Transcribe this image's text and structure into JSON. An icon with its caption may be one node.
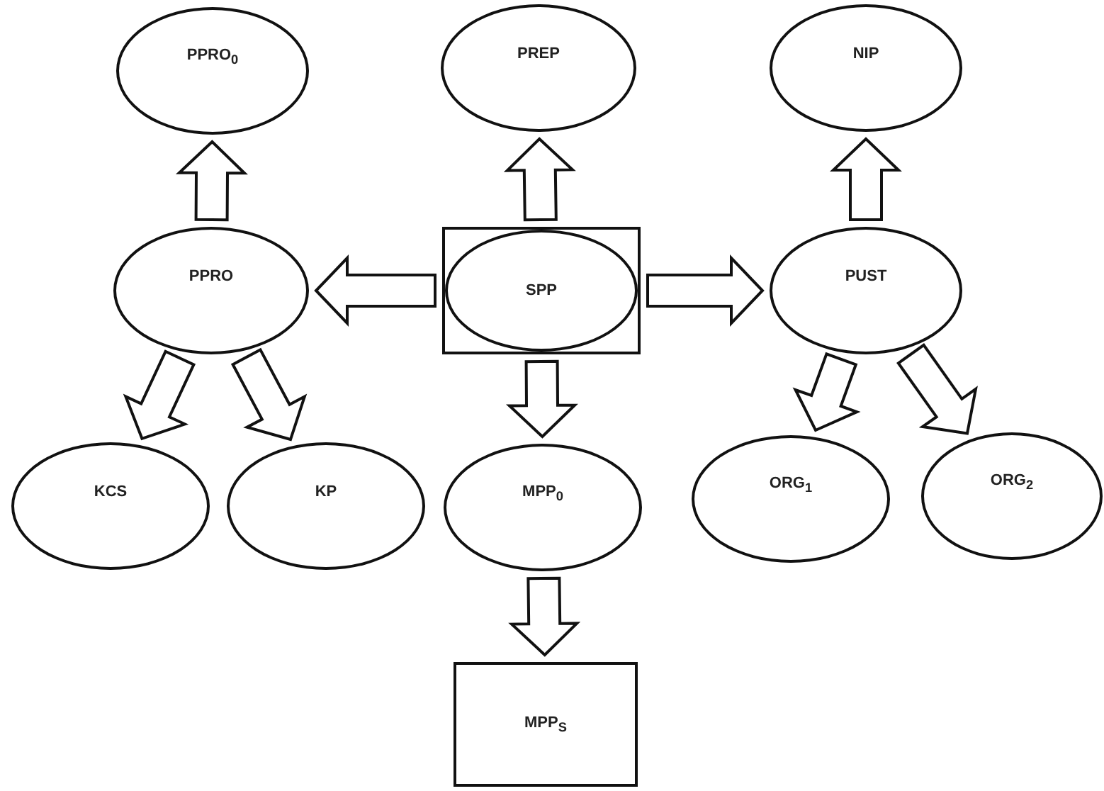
{
  "diagram": {
    "nodes": [
      {
        "text": [
          "PPRO$_{0}$"
        ]
      },
      {
        "text": [
          "PREP"
        ]
      },
      {
        "text": [
          "NIP"
        ]
      },
      {
        "text": [
          "PPRO"
        ]
      },
      {
        "text": [
          "SPP"
        ]
      },
      {
        "text": [
          "PUST"
        ]
      },
      {
        "text": [
          "KCS"
        ]
      },
      {
        "text": [
          "KP"
        ]
      },
      {
        "text": [
          "MPP$_{0}$"
        ]
      },
      {
        "text": [
          "ORG$_{1}$"
        ]
      },
      {
        "text": [
          "ORG$_{2}$"
        ]
      },
      {
        "text": [
          "MPP$_{S}$"
        ]
      }
    ],
    "edges": [
      {
        "from": 3,
        "to": 0,
        "arrow": "to"
      },
      {
        "from": 4,
        "to": 1,
        "arrow": "to"
      },
      {
        "from": 5,
        "to": 2,
        "arrow": "to"
      },
      {
        "from": 4,
        "to": 3,
        "arrow": "to"
      },
      {
        "from": 4,
        "to": 5,
        "arrow": "to"
      },
      {
        "from": 3,
        "to": 6,
        "arrow": "to"
      },
      {
        "from": 3,
        "to": 7,
        "arrow": "to"
      },
      {
        "from": 4,
        "to": 8,
        "arrow": "to"
      },
      {
        "from": 5,
        "to": 9,
        "arrow": "to"
      },
      {
        "from": 5,
        "to": 10,
        "arrow": "to"
      },
      {
        "from": 8,
        "to": 11,
        "arrow": "to"
      }
    ]
  }
}
